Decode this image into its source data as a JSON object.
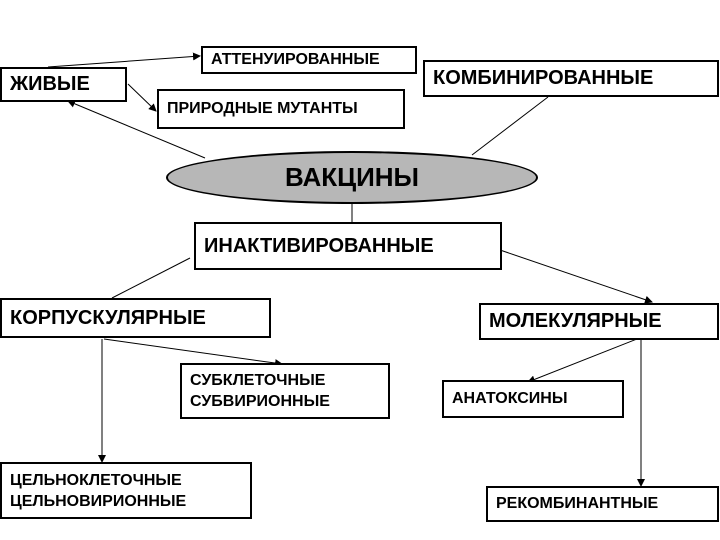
{
  "nodes": {
    "center": "ВАКЦИНЫ",
    "live": "ЖИВЫЕ",
    "attenuated": "АТТЕНУИРОВАННЫЕ",
    "natural_mutants": "ПРИРОДНЫЕ МУТАНТЫ",
    "combined": "КОМБИНИРОВАННЫЕ",
    "inactivated": "ИНАКТИВИРОВАННЫЕ",
    "corpuscular": "КОРПУСКУЛЯРНЫЕ",
    "molecular": "МОЛЕКУЛЯРНЫЕ",
    "subcellular": [
      "СУБКЛЕТОЧНЫЕ",
      "СУБВИРИОННЫЕ"
    ],
    "whole_cell": [
      "ЦЕЛЬНОКЛЕТОЧНЫЕ",
      "ЦЕЛЬНОВИРИОННЫЕ"
    ],
    "anatoxins": "АНАТОКСИНЫ",
    "recombinant": "РЕКОМБИНАНТНЫЕ"
  },
  "colors": {
    "oval_fill": "#b7b7b7",
    "line": "#000000"
  }
}
